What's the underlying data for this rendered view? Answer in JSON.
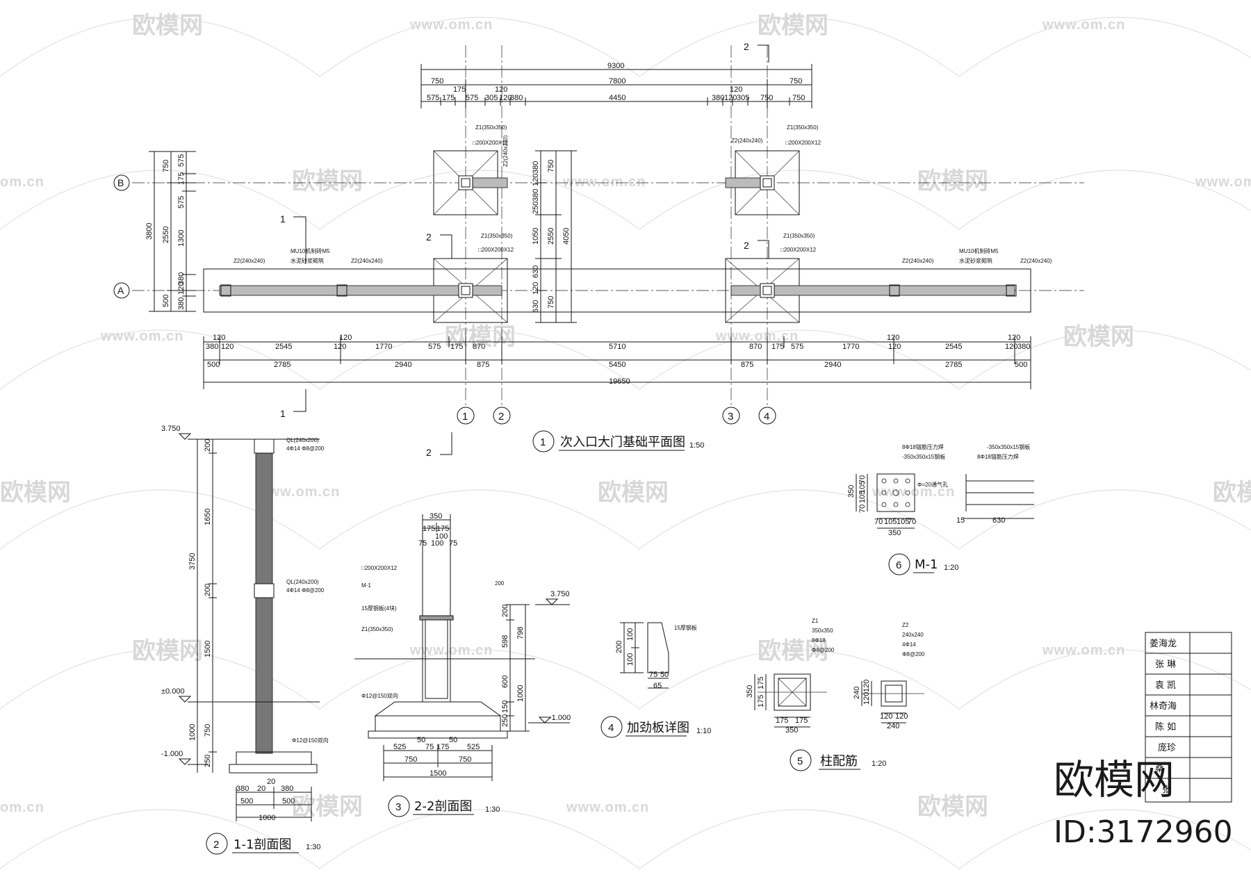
{
  "watermark": {
    "brand": "欧模网",
    "url": "www.om.cn",
    "url_short": "om.cn"
  },
  "brand_logo": {
    "name": "欧模网",
    "id": "ID:3172960"
  },
  "plan": {
    "title_no": "1",
    "title": "次入口大门基础平面图",
    "scale": "1:50",
    "axes": {
      "a": "A",
      "b": "B",
      "n1": "1",
      "n2": "2",
      "n3": "3",
      "n4": "4"
    },
    "top_dims": {
      "total": "9300",
      "row2": [
        "750",
        "7800",
        "750"
      ],
      "row3": [
        "575",
        "175",
        "575",
        "305",
        "120",
        "380",
        "4450",
        "380",
        "120",
        "305",
        "750",
        "750"
      ],
      "top175": "175",
      "top120a": "120",
      "top120b": "120"
    },
    "bottom_dims": {
      "row1": [
        "380",
        "120",
        "2545",
        "120",
        "1770",
        "575",
        "175",
        "870",
        "5710",
        "870",
        "175",
        "575",
        "1770",
        "120",
        "2545",
        "120",
        "380"
      ],
      "row1_tops": [
        "120",
        "120",
        "120",
        "120"
      ],
      "row2": [
        "500",
        "2785",
        "2940",
        "875",
        "5450",
        "875",
        "2940",
        "2785",
        "500"
      ],
      "total": "19650"
    },
    "left_dims": {
      "total": "3800",
      "col2": [
        "750",
        "2550",
        "500"
      ],
      "col3": [
        "575",
        "175",
        "575",
        "1300",
        "380",
        "120",
        "380"
      ]
    },
    "mid_dims": {
      "col1": [
        "380",
        "120",
        "380",
        "250",
        "1050",
        "630",
        "120",
        "630"
      ],
      "col2": [
        "750",
        "2550",
        "750"
      ],
      "total": "4050"
    },
    "labels": {
      "z1": "Z1(350x350)",
      "plate": "□200X200X12",
      "z2": "Z2(240x240)",
      "wall": "MU10机制砖M5",
      "wall2": "水泥砂浆砌筑"
    },
    "section_marks": {
      "s1": "1",
      "s2": "2"
    }
  },
  "sec11": {
    "title_no": "2",
    "title": "1-1剖面图",
    "scale": "1:30",
    "levels": [
      "3.750",
      "±0.000",
      "-1.000"
    ],
    "v_total": "3750",
    "v_parts": [
      "200",
      "1650",
      "200",
      "1500",
      "750",
      "1000",
      "250"
    ],
    "ql": "QL(240x200)",
    "ql_bar": "4Φ14 Φ8@200",
    "base_bar": "Φ12@150双向",
    "h_row1": [
      "380",
      "20",
      "20",
      "380"
    ],
    "h_row2": [
      "500",
      "500"
    ],
    "h_total": "1000"
  },
  "sec22": {
    "title_no": "3",
    "title": "2-2剖面图",
    "scale": "1:30",
    "top_dims": [
      "350",
      "175",
      "175",
      "100",
      "75",
      "100",
      "75"
    ],
    "labels": [
      "□200X200X12",
      "M-1",
      "15厚钢板(4块)",
      "Z1(350x350)",
      "Φ12@150双向"
    ],
    "weld": "200",
    "levels": [
      "3.750",
      "-1.000"
    ],
    "v_dims": [
      "200",
      "598",
      "600",
      "250",
      "150"
    ],
    "v_total1": "798",
    "v_total2": "1000",
    "h_row1": [
      "525",
      "50",
      "75",
      "175",
      "50",
      "525"
    ],
    "h_row2": [
      "750",
      "750"
    ],
    "h_total": "1500"
  },
  "stiff": {
    "title_no": "4",
    "title": "加劲板详图",
    "scale": "1:10",
    "dims": [
      "200",
      "100",
      "100",
      "75",
      "50",
      "65"
    ],
    "label": "15厚钢板"
  },
  "col": {
    "title_no": "5",
    "title": "柱配筋",
    "scale": "1:20",
    "z1": [
      "Z1",
      "350x350",
      "8Φ18",
      "Φ8@200"
    ],
    "z2": [
      "Z2",
      "240x240",
      "4Φ14",
      "Φ8@200"
    ],
    "z1_v": [
      "350",
      "175",
      "175"
    ],
    "z1_h": [
      "175",
      "175",
      "350"
    ],
    "z2_v": [
      "240",
      "120",
      "120"
    ],
    "z2_h": [
      "120",
      "120",
      "240"
    ]
  },
  "m1": {
    "title_no": "6",
    "title": "M-1",
    "scale": "1:20",
    "labels": [
      "8Φ18锚筋压力焊",
      "-350x350x15钢板",
      "Φ=20通气孔",
      "-350x350x15钢板",
      "8Φ18锚筋压力焊"
    ],
    "v_dims": [
      "350",
      "70",
      "105",
      "105",
      "70"
    ],
    "h_dims": [
      "70",
      "105",
      "105",
      "70"
    ],
    "h_total": "350",
    "side_dims": [
      "15",
      "630"
    ]
  },
  "title_block": {
    "names": [
      "姜海龙",
      "张 琳",
      "袁 凯",
      "林奇海",
      "陈 如",
      "庞珍",
      "桑",
      "张"
    ]
  }
}
